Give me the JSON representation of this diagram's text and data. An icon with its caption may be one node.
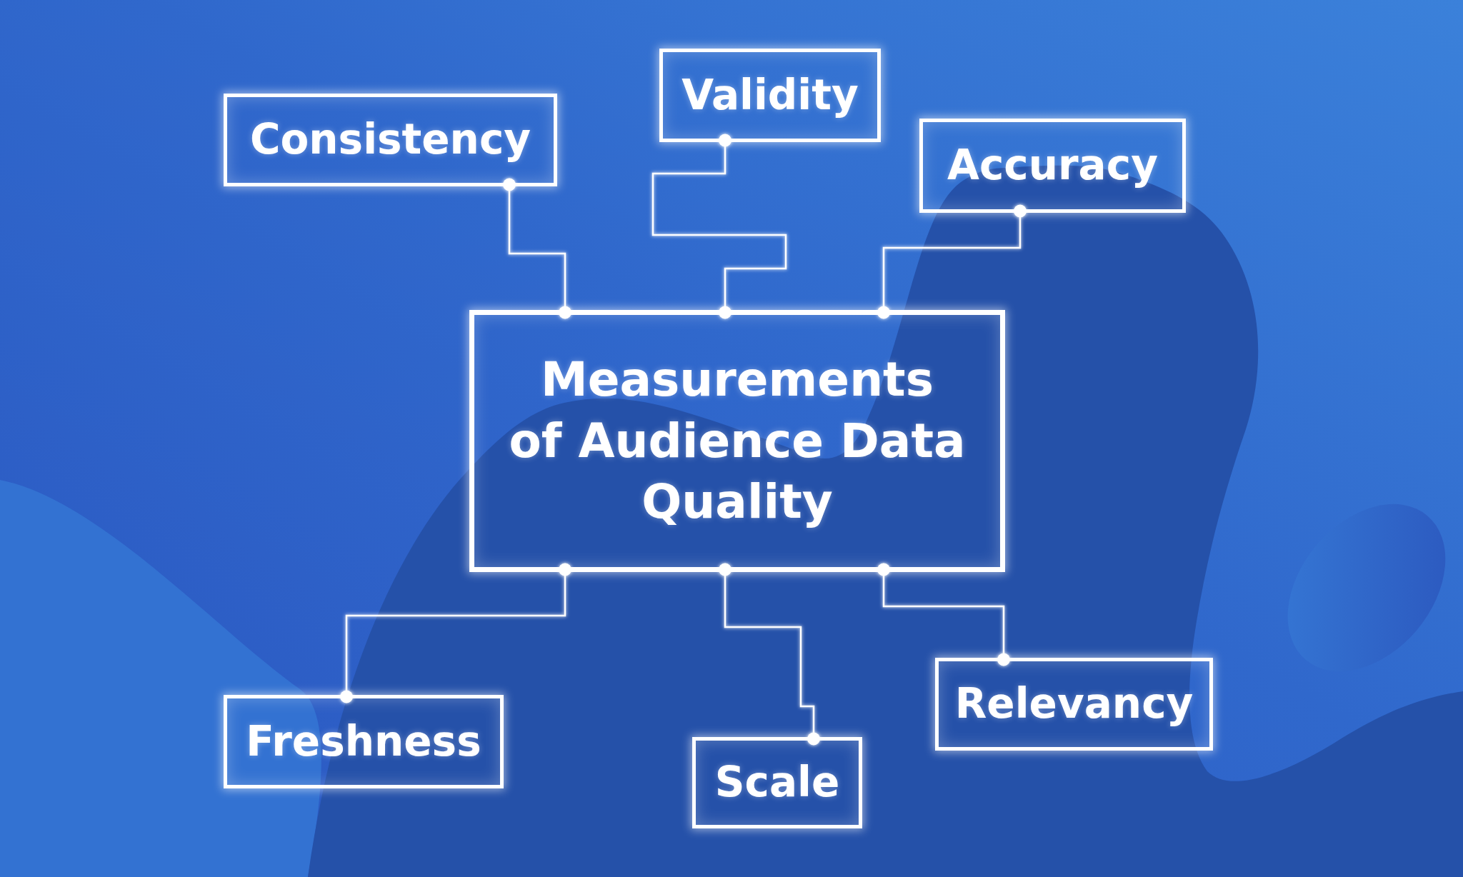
{
  "diagram": {
    "nodes": [
      {
        "text": [
          "Consistency"
        ]
      },
      {
        "text": [
          "Validity"
        ]
      },
      {
        "text": [
          "Accuracy"
        ]
      },
      {
        "text": [
          "Measurements of Audience Data Quality"
        ]
      },
      {
        "text": [
          "Freshness"
        ]
      },
      {
        "text": [
          "Scale"
        ]
      },
      {
        "text": [
          "Relevancy"
        ]
      }
    ],
    "edges": [
      {
        "from": 3,
        "to": 0,
        "arrow": "other"
      },
      {
        "from": 3,
        "to": 1,
        "arrow": "other"
      },
      {
        "from": 3,
        "to": 2,
        "arrow": "other"
      },
      {
        "from": 3,
        "to": 4,
        "arrow": "other"
      },
      {
        "from": 3,
        "to": 5,
        "arrow": "other"
      },
      {
        "from": 3,
        "to": 6,
        "arrow": "other"
      }
    ]
  }
}
